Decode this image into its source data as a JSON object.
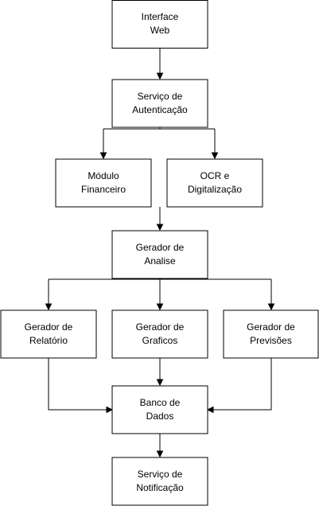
{
  "nodes": {
    "interface_web": {
      "lines": [
        "Interface",
        "Web"
      ]
    },
    "servico_autenticacao": {
      "lines": [
        "Serviço de",
        "Autenticação"
      ]
    },
    "modulo_financeiro": {
      "lines": [
        "Módulo",
        "Financeiro"
      ]
    },
    "ocr_digitalizacao": {
      "lines": [
        "OCR e",
        "Digitalização"
      ]
    },
    "gerador_analise": {
      "lines": [
        "Gerador de",
        "Analise"
      ]
    },
    "gerador_relatorio": {
      "lines": [
        "Gerador de",
        "Relatório"
      ]
    },
    "gerador_graficos": {
      "lines": [
        "Gerador de",
        "Graficos"
      ]
    },
    "gerador_previsoes": {
      "lines": [
        "Gerador de",
        "Previsões"
      ]
    },
    "banco_dados": {
      "lines": [
        "Banco de",
        "Dados"
      ]
    },
    "servico_notificacao": {
      "lines": [
        "Serviço de",
        "Notificação"
      ]
    }
  },
  "edges": [
    {
      "from": "interface_web",
      "to": "servico_autenticacao"
    },
    {
      "from": "servico_autenticacao",
      "to": "modulo_financeiro"
    },
    {
      "from": "servico_autenticacao",
      "to": "ocr_digitalizacao"
    },
    {
      "from": "modulo_financeiro",
      "to": "gerador_analise"
    },
    {
      "from": "gerador_analise",
      "to": "gerador_relatorio"
    },
    {
      "from": "gerador_analise",
      "to": "gerador_graficos"
    },
    {
      "from": "gerador_analise",
      "to": "gerador_previsoes"
    },
    {
      "from": "gerador_relatorio",
      "to": "banco_dados"
    },
    {
      "from": "gerador_graficos",
      "to": "banco_dados"
    },
    {
      "from": "gerador_previsoes",
      "to": "banco_dados"
    },
    {
      "from": "banco_dados",
      "to": "servico_notificacao"
    }
  ]
}
